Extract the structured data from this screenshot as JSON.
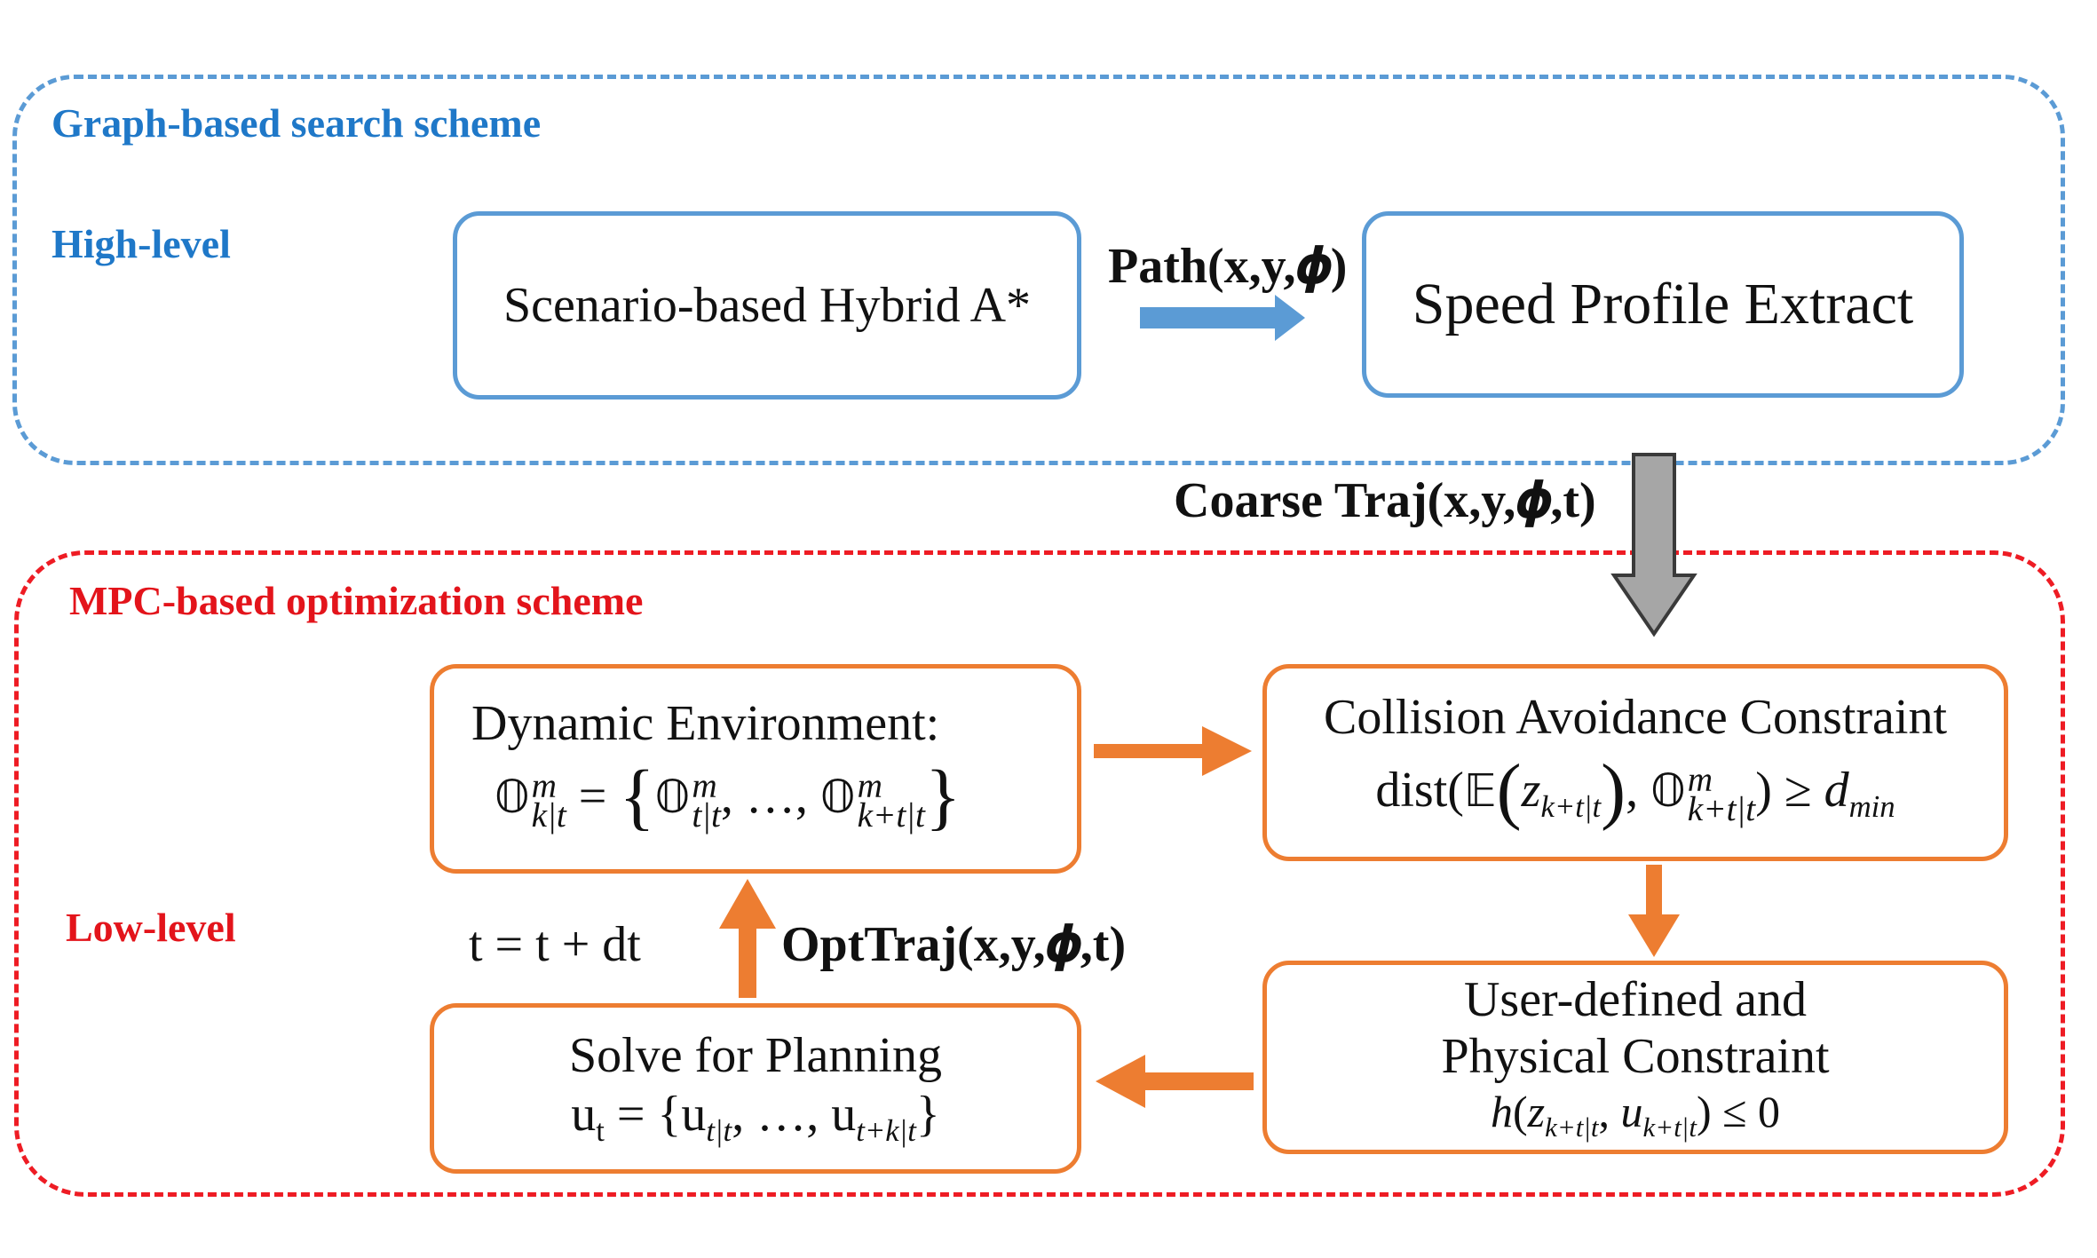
{
  "groups": {
    "high": {
      "title": "Graph-based search scheme",
      "level": "High-level",
      "color": "#5b9bd5"
    },
    "low": {
      "title": "MPC-based optimization scheme",
      "level": "Low-level",
      "color": "#ee1c24"
    }
  },
  "nodes": {
    "hybrid_astar": "Scenario-based Hybrid A*",
    "speed_profile": "Speed Profile Extract",
    "dynamic_env": "Dynamic Environment:",
    "collision": "Collision Avoidance Constraint",
    "user_defined_1": "User-defined and",
    "user_defined_2": "Physical Constraint",
    "solve": "Solve for Planning"
  },
  "edges": {
    "path": "Path(x,y,𝝓)",
    "coarse": "Coarse Traj(x,y,𝝓,t)",
    "opt": "OptTraj(x,y,𝝓,t)",
    "time_update": "t = t + dt"
  },
  "colors": {
    "blue_arrow": "#5b9bd5",
    "orange_arrow": "#ed7d31",
    "gray_arrow": "#a6a6a6"
  }
}
